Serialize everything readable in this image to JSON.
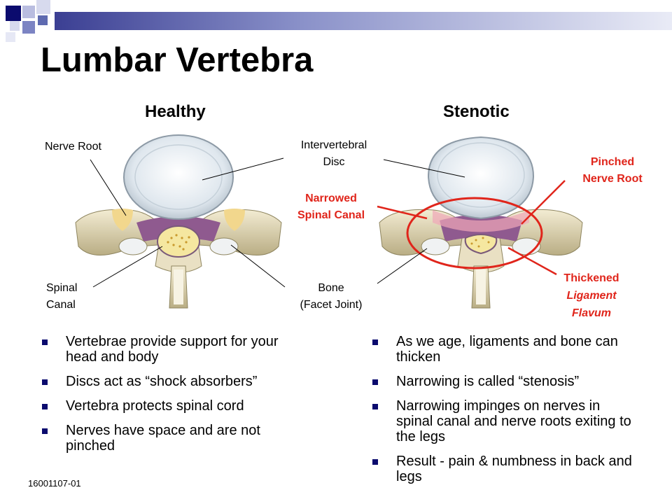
{
  "slide": {
    "title": "Lumbar Vertebra",
    "footer_code": "16001107-01"
  },
  "headings": {
    "healthy": "Healthy",
    "stenotic": "Stenotic"
  },
  "labels": {
    "nerve_root": "Nerve Root",
    "intervertebral_line1": "Intervertebral",
    "intervertebral_line2": "Disc",
    "narrowed_line1": "Narrowed",
    "narrowed_line2": "Spinal Canal",
    "pinched_line1": "Pinched",
    "pinched_line2": "Nerve Root",
    "spinal_line1": "Spinal",
    "spinal_line2": "Canal",
    "bone_line1": "Bone",
    "bone_line2": "(Facet Joint)",
    "thickened_line1": "Thickened",
    "thickened_line2": "Ligament",
    "thickened_line3": "Flavum"
  },
  "left_bullets": [
    "Vertebrae provide support for your head and body",
    "Discs act as “shock absorbers”",
    "Vertebra protects spinal cord",
    "Nerves have space and are not pinched"
  ],
  "right_bullets": [
    "As we age, ligaments and bone can thicken",
    "Narrowing is called “stenosis”",
    "Narrowing impinges on nerves in spinal canal and nerve roots exiting to the legs",
    "Result - pain & numbness in back and legs"
  ],
  "colors": {
    "accent_red": "#e0251b",
    "navy": "#0b0b6e",
    "gradient_blue": "#5e6ab0"
  }
}
